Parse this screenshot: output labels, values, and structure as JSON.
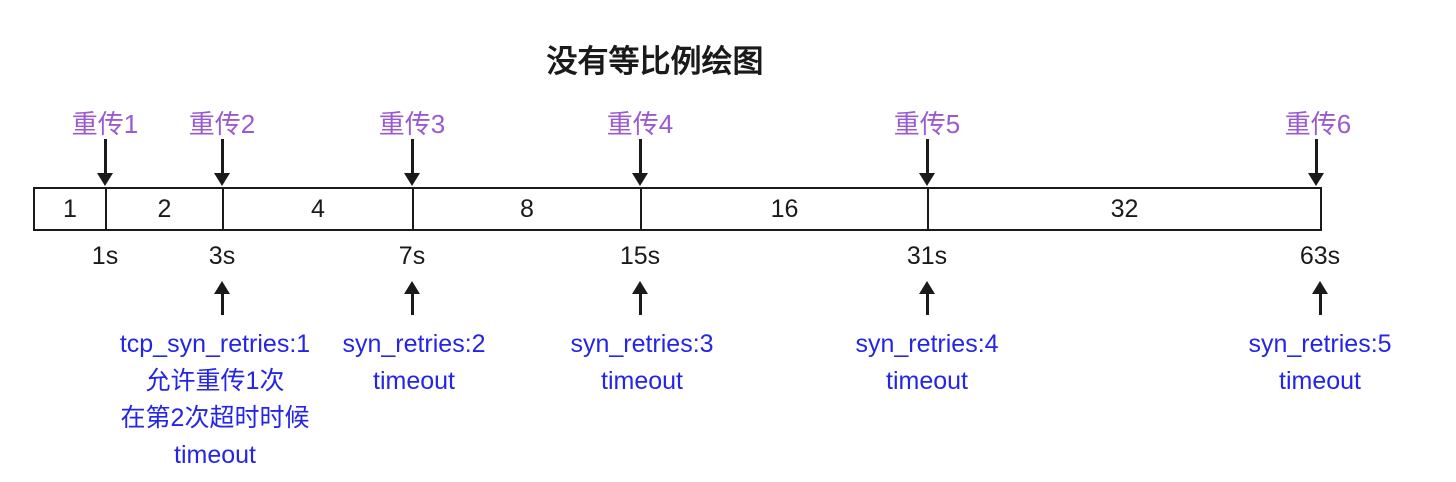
{
  "title": "没有等比例绘图",
  "colors": {
    "retrans_label": "#9b59d2",
    "annotation": "#2425e6",
    "line": "#1a1a1a",
    "background": "#ffffff"
  },
  "timeline": {
    "segments": [
      {
        "label": "1"
      },
      {
        "label": "2"
      },
      {
        "label": "4"
      },
      {
        "label": "8"
      },
      {
        "label": "16"
      },
      {
        "label": "32"
      }
    ],
    "events": [
      {
        "retrans_label": "重传1",
        "time_label": "1s"
      },
      {
        "retrans_label": "重传2",
        "time_label": "3s"
      },
      {
        "retrans_label": "重传3",
        "time_label": "7s"
      },
      {
        "retrans_label": "重传4",
        "time_label": "15s"
      },
      {
        "retrans_label": "重传5",
        "time_label": "31s"
      },
      {
        "retrans_label": "重传6",
        "time_label": "63s"
      }
    ]
  },
  "annotations": [
    {
      "lines": [
        "tcp_syn_retries:1",
        "允许重传1次",
        "在第2次超时时候",
        "timeout"
      ]
    },
    {
      "lines": [
        "syn_retries:2",
        "timeout"
      ]
    },
    {
      "lines": [
        "syn_retries:3",
        "timeout"
      ]
    },
    {
      "lines": [
        "syn_retries:4",
        "timeout"
      ]
    },
    {
      "lines": [
        "syn_retries:5",
        "timeout"
      ]
    }
  ]
}
